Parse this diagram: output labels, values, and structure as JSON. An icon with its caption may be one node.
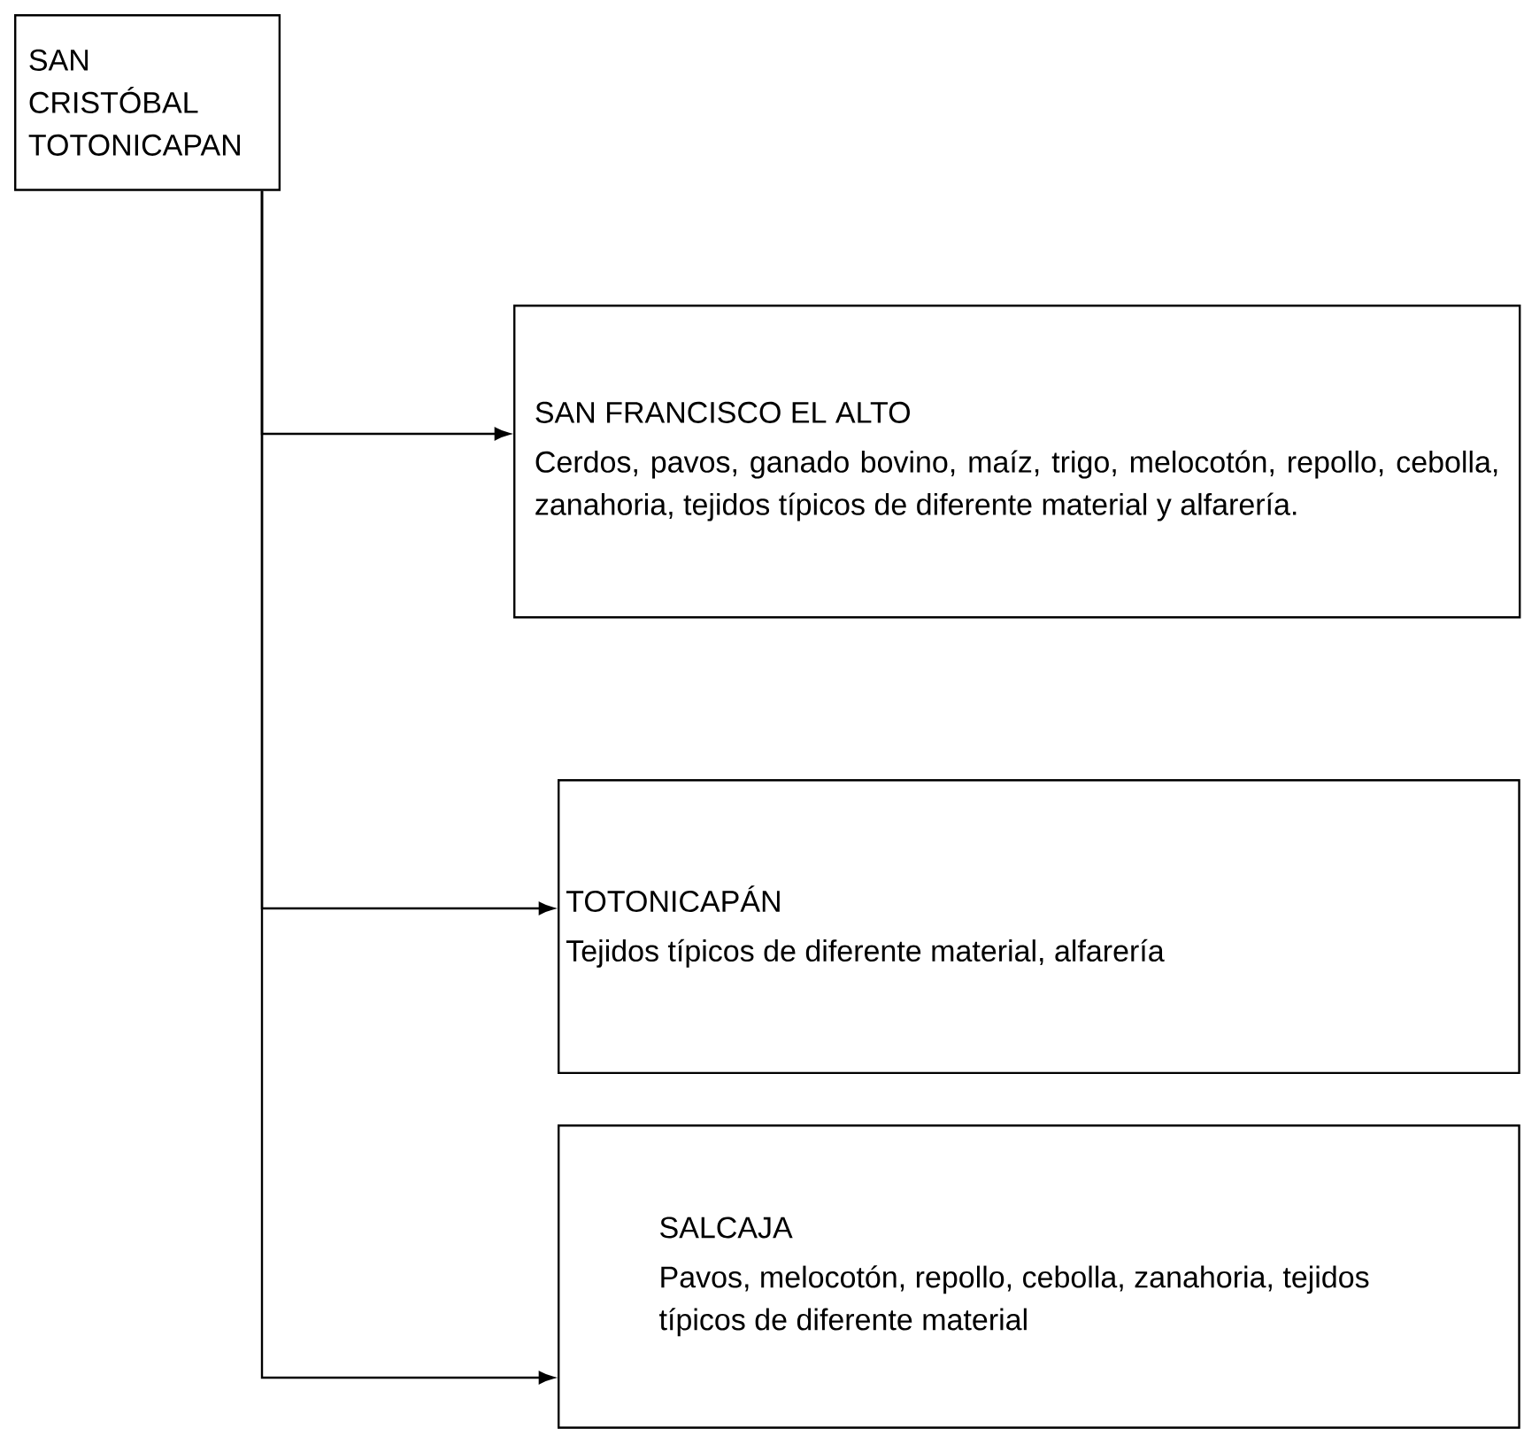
{
  "diagram": {
    "nodes": [
      {
        "text": [
          "SAN CRISTÓBAL TOTONICAPAN"
        ]
      },
      {
        "text": [
          "SAN FRANCISCO EL ALTO",
          "Cerdos, pavos, ganado bovino, maíz, trigo, melocotón, repollo, cebolla, zanahoria, tejidos típicos de diferente material y alfarería."
        ]
      },
      {
        "text": [
          "TOTONICAPÁN",
          "Tejidos típicos de diferente material, alfarería"
        ]
      },
      {
        "text": [
          "SALCAJA",
          "Pavos, melocotón, repollo, cebolla, zanahoria, tejidos típicos de diferente material"
        ]
      }
    ],
    "edges": [
      {
        "from": 0,
        "to": 1,
        "arrow": "to"
      },
      {
        "from": 0,
        "to": 2,
        "arrow": "to"
      },
      {
        "from": 0,
        "to": 3,
        "arrow": "to"
      }
    ]
  }
}
